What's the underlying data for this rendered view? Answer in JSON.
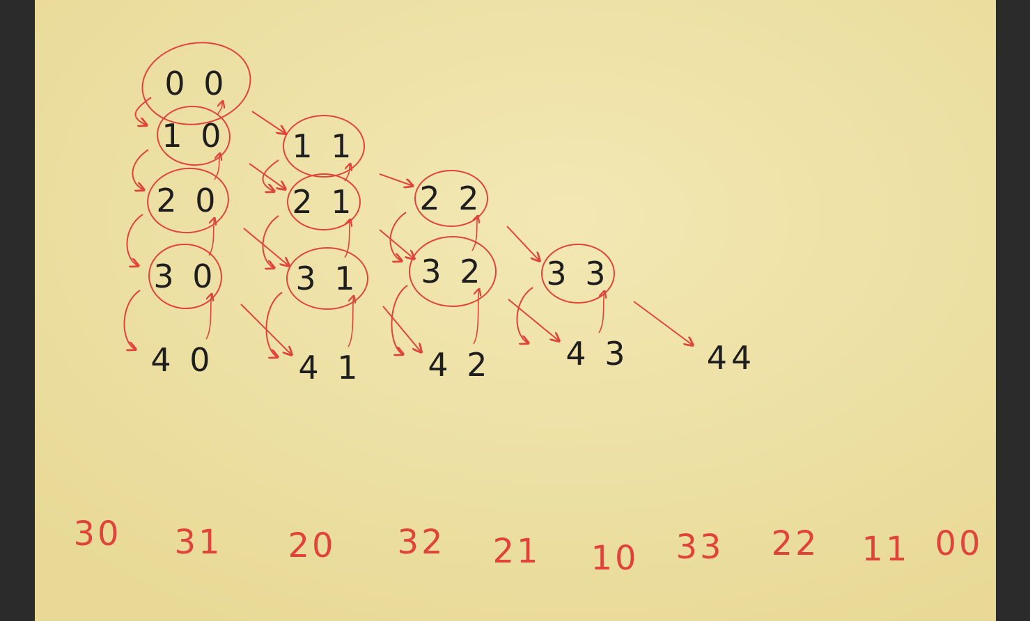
{
  "colors": {
    "background": "#2b2b2b",
    "paper": "#eee1a4",
    "ink": "#1e1e1e",
    "pen": "#e0433a"
  },
  "grid_nodes": [
    {
      "label": "0 0",
      "circled": true
    },
    {
      "label": "1 0",
      "circled": true
    },
    {
      "label": "1 1",
      "circled": true
    },
    {
      "label": "2 0",
      "circled": true
    },
    {
      "label": "2 1",
      "circled": true
    },
    {
      "label": "2 2",
      "circled": true
    },
    {
      "label": "3 0",
      "circled": true
    },
    {
      "label": "3 1",
      "circled": true
    },
    {
      "label": "3 2",
      "circled": true
    },
    {
      "label": "3 3",
      "circled": true
    },
    {
      "label": "4 0",
      "circled": false
    },
    {
      "label": "4 1",
      "circled": false
    },
    {
      "label": "4 2",
      "circled": false
    },
    {
      "label": "4 3",
      "circled": false
    },
    {
      "label": "44",
      "circled": false
    }
  ],
  "sequence": [
    "30",
    "31",
    "20",
    "32",
    "21",
    "10",
    "33",
    "22",
    "11",
    "00"
  ]
}
